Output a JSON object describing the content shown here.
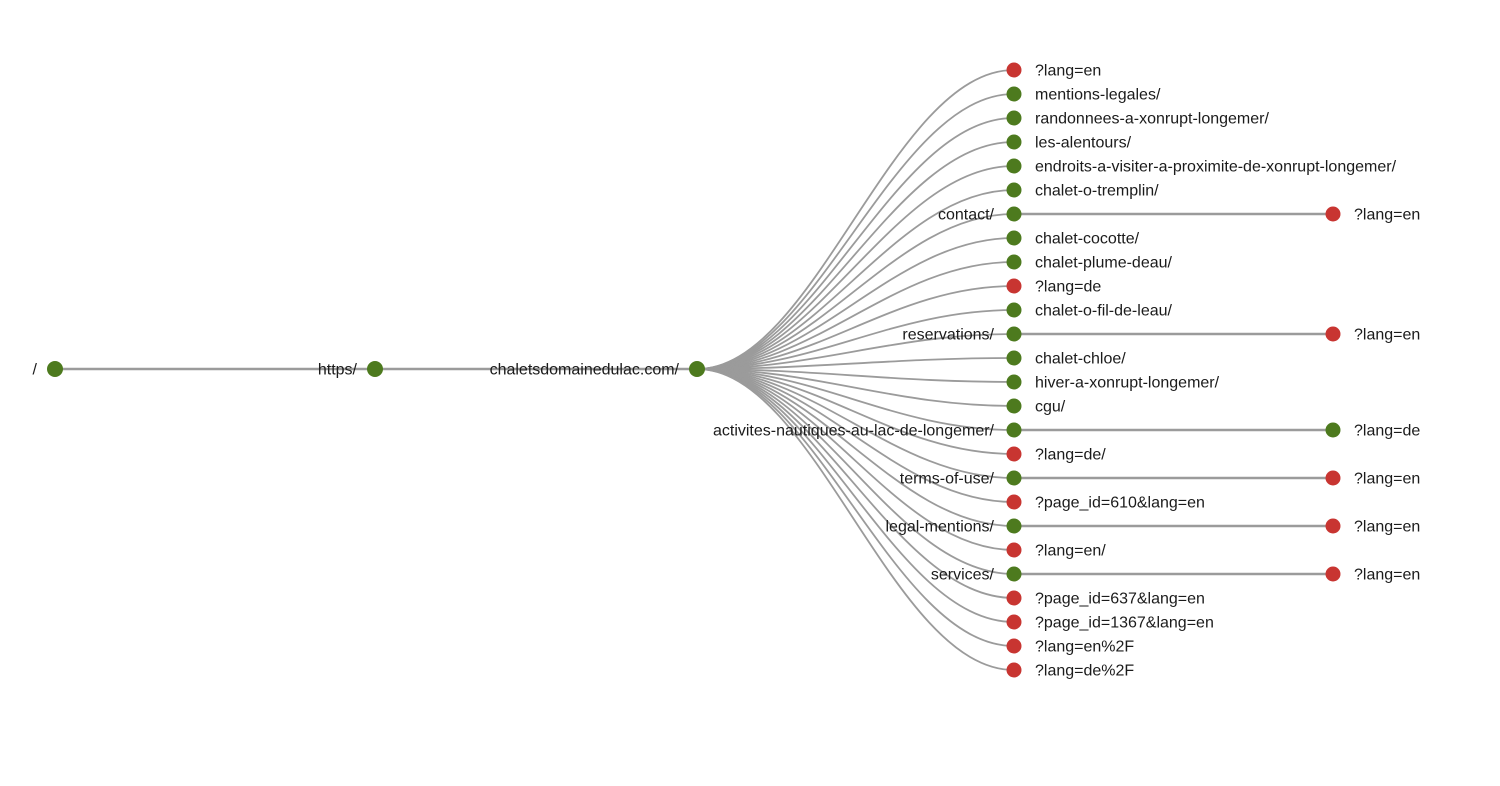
{
  "diagram": {
    "type": "url-crawl-tree",
    "background": "#ffffff",
    "colors": {
      "node_green": "#4d7a1e",
      "node_red": "#c83531",
      "edge": "#9b9b9b",
      "label": "#1b1b1b"
    },
    "trunk": [
      {
        "label": "/",
        "status": "green"
      },
      {
        "label": "https/",
        "status": "green"
      },
      {
        "label": "chaletsdomainedulac.com/",
        "status": "green"
      }
    ],
    "children": [
      {
        "label": "?lang=en",
        "status": "red"
      },
      {
        "label": "mentions-legales/",
        "status": "green"
      },
      {
        "label": "randonnees-a-xonrupt-longemer/",
        "status": "green"
      },
      {
        "label": "les-alentours/",
        "status": "green"
      },
      {
        "label": "endroits-a-visiter-a-proximite-de-xonrupt-longemer/",
        "status": "green"
      },
      {
        "label": "chalet-o-tremplin/",
        "status": "green"
      },
      {
        "label": "contact/",
        "status": "green",
        "children": [
          {
            "label": "?lang=en",
            "status": "red"
          }
        ]
      },
      {
        "label": "chalet-cocotte/",
        "status": "green"
      },
      {
        "label": "chalet-plume-deau/",
        "status": "green"
      },
      {
        "label": "?lang=de",
        "status": "red"
      },
      {
        "label": "chalet-o-fil-de-leau/",
        "status": "green"
      },
      {
        "label": "reservations/",
        "status": "green",
        "children": [
          {
            "label": "?lang=en",
            "status": "red"
          }
        ]
      },
      {
        "label": "chalet-chloe/",
        "status": "green"
      },
      {
        "label": "hiver-a-xonrupt-longemer/",
        "status": "green"
      },
      {
        "label": "cgu/",
        "status": "green"
      },
      {
        "label": "activites-nautiques-au-lac-de-longemer/",
        "status": "green",
        "children": [
          {
            "label": "?lang=de",
            "status": "green"
          }
        ]
      },
      {
        "label": "?lang=de/",
        "status": "red"
      },
      {
        "label": "terms-of-use/",
        "status": "green",
        "children": [
          {
            "label": "?lang=en",
            "status": "red"
          }
        ]
      },
      {
        "label": "?page_id=610&lang=en",
        "status": "red"
      },
      {
        "label": "legal-mentions/",
        "status": "green",
        "children": [
          {
            "label": "?lang=en",
            "status": "red"
          }
        ]
      },
      {
        "label": "?lang=en/",
        "status": "red"
      },
      {
        "label": "services/",
        "status": "green",
        "children": [
          {
            "label": "?lang=en",
            "status": "red"
          }
        ]
      },
      {
        "label": "?page_id=637&lang=en",
        "status": "red"
      },
      {
        "label": "?page_id=1367&lang=en",
        "status": "red"
      },
      {
        "label": "?lang=en%2F",
        "status": "red"
      },
      {
        "label": "?lang=de%2F",
        "status": "red"
      }
    ]
  }
}
